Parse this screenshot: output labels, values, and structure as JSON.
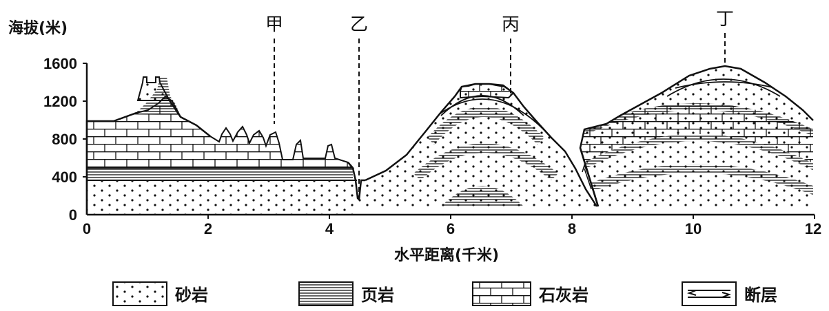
{
  "y_axis": {
    "title": "海拔(米)",
    "ticks": [
      "1600",
      "1200",
      "800",
      "400",
      "0"
    ]
  },
  "x_axis": {
    "title": "水平距离(千米)",
    "ticks": [
      "0",
      "2",
      "4",
      "6",
      "8",
      "10",
      "12"
    ]
  },
  "locations": [
    {
      "id": "jia",
      "label": "甲"
    },
    {
      "id": "yi",
      "label": "乙"
    },
    {
      "id": "bing",
      "label": "丙"
    },
    {
      "id": "ding",
      "label": "丁"
    }
  ],
  "legend": {
    "sandstone": "砂岩",
    "shale": "页岩",
    "limestone": "石灰岩",
    "fault": "断层"
  },
  "colors": {
    "ink": "#111111",
    "background": "#ffffff"
  }
}
